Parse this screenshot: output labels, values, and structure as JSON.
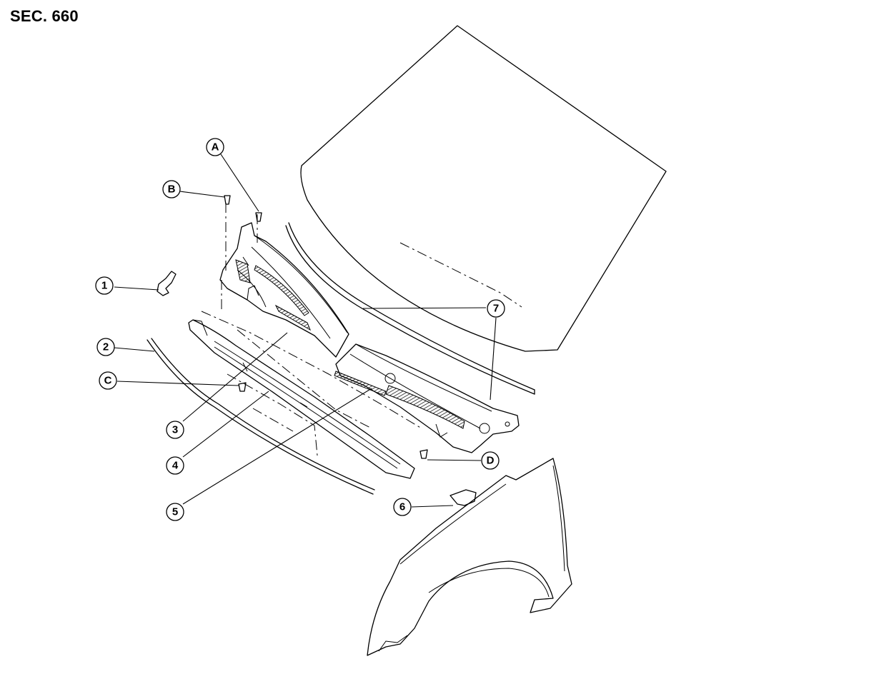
{
  "header": {
    "section": "SEC. 660"
  },
  "callouts": {
    "A": "A",
    "B": "B",
    "C": "C",
    "D": "D",
    "n1": "1",
    "n2": "2",
    "n3": "3",
    "n4": "4",
    "n5": "5",
    "n6": "6",
    "n7": "7"
  }
}
